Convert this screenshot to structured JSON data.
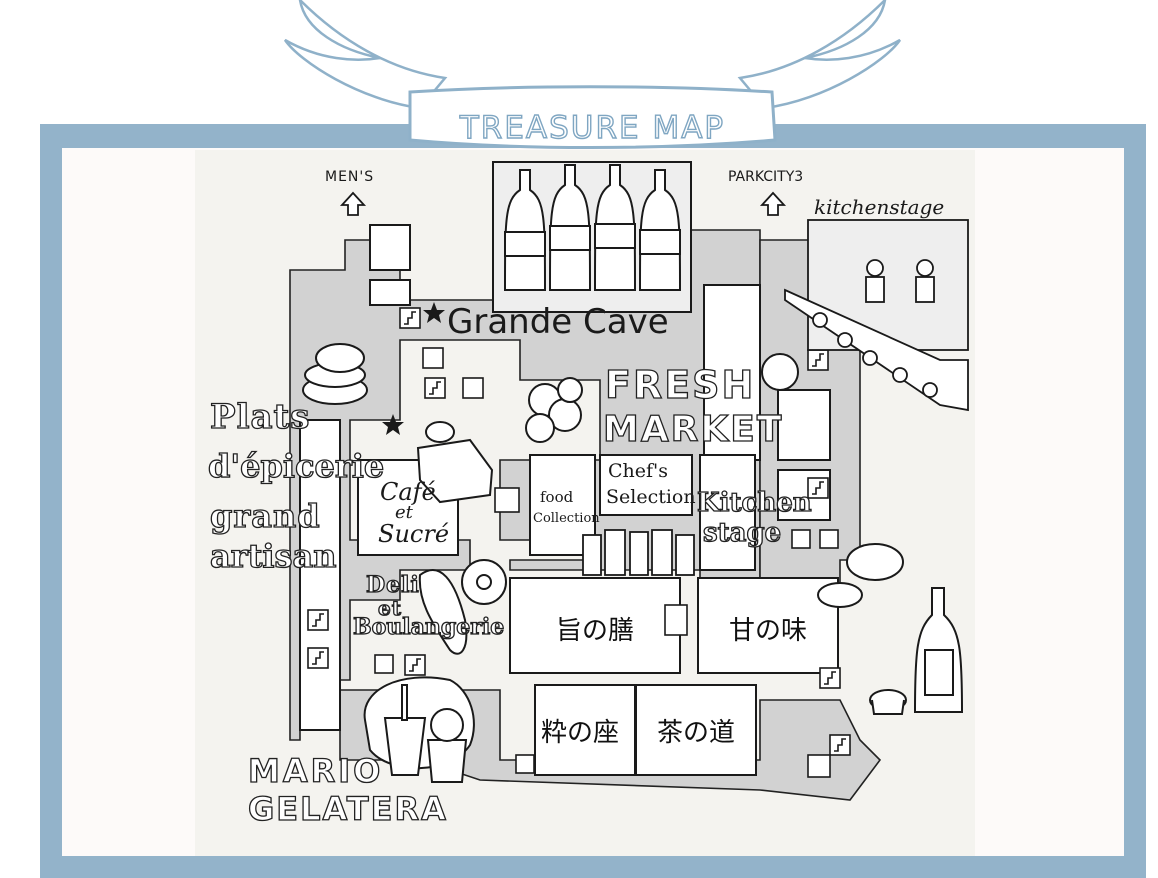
{
  "banner": {
    "title": "TREASURE MAP"
  },
  "colors": {
    "frame": "#93b3ca",
    "ink": "#1a1a1a",
    "floor": "#d2d2d2",
    "paper": "#f4f3ef"
  },
  "areas": {
    "grande_cave": "Grande Cave",
    "fresh_market_line1": "FRESH",
    "fresh_market_line2": "MARKET",
    "chefs_selection_line1": "Chef's",
    "chefs_selection_line2": "Selection",
    "food_collection_line1": "food",
    "food_collection_line2": "Collection",
    "cafe_line1": "Café",
    "cafe_line2": "et",
    "cafe_line3": "Sucré",
    "plats_line1": "Plats",
    "plats_line2": "d'épicerie",
    "plats_line3": "grand",
    "plats_line4": "artisan",
    "deli_line1": "Deli",
    "deli_line2": "et",
    "deli_line3": "Boulangerie",
    "kitchen_stage_line1": "Kitchen",
    "kitchen_stage_line2": "stage",
    "kitchenstage_sign": "kitchenstage",
    "umami": "旨の膳",
    "amami": "甘の味",
    "iki": "粋の座",
    "cha": "茶の道",
    "mario_line1": "MARIO",
    "mario_line2": "GELATERA"
  },
  "directions": {
    "mens": "MEN'S",
    "parkcity": "PARKCITY3"
  },
  "icons": [
    "star-icon",
    "escalator-icon",
    "elevator-icon",
    "restroom-icon",
    "arrow-up-icon",
    "wine-bottle-icon",
    "tomato-icon",
    "cake-icon",
    "sake-bottle-icon",
    "gelato-cup-icon"
  ]
}
